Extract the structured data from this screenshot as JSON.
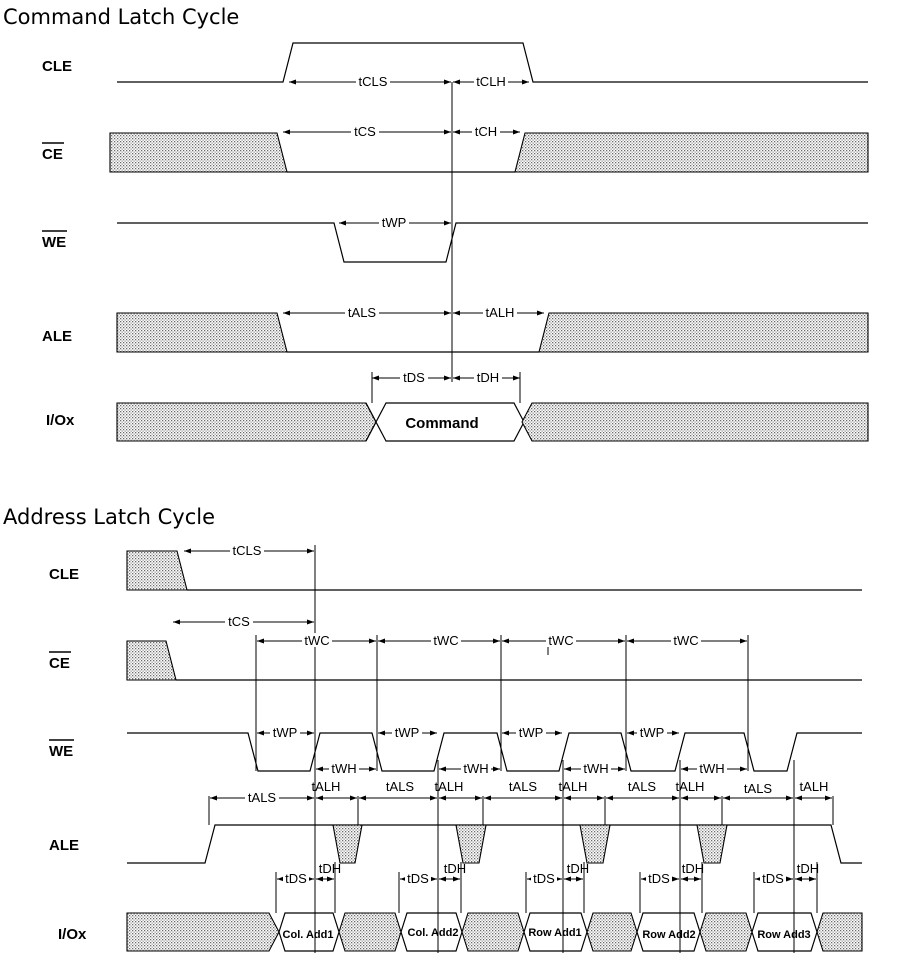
{
  "sections": {
    "command": {
      "title": "Command Latch Cycle",
      "signals": {
        "cle": "CLE",
        "ce": "CE",
        "we": "WE",
        "ale": "ALE",
        "io": "I/Ox"
      },
      "timings": {
        "tcls": "tCLS",
        "tclh": "tCLH",
        "tcs": "tCS",
        "tch": "tCH",
        "twp": "tWP",
        "tals": "tALS",
        "talh": "tALH",
        "tds": "tDS",
        "tdh": "tDH"
      },
      "data": {
        "command": "Command"
      }
    },
    "address": {
      "title": "Address Latch Cycle",
      "signals": {
        "cle": "CLE",
        "ce": "CE",
        "we": "WE",
        "ale": "ALE",
        "io": "I/Ox"
      },
      "timings": {
        "tcls": "tCLS",
        "tcs": "tCS",
        "twc": "tWC",
        "twp": "tWP",
        "twh": "tWH",
        "tals": "tALS",
        "talh": "tALH",
        "tds": "tDS",
        "tdh": "tDH"
      },
      "data": {
        "col_add1": "Col. Add1",
        "col_add2": "Col. Add2",
        "row_add1": "Row Add1",
        "row_add2": "Row Add2",
        "row_add3": "Row Add3"
      }
    }
  }
}
